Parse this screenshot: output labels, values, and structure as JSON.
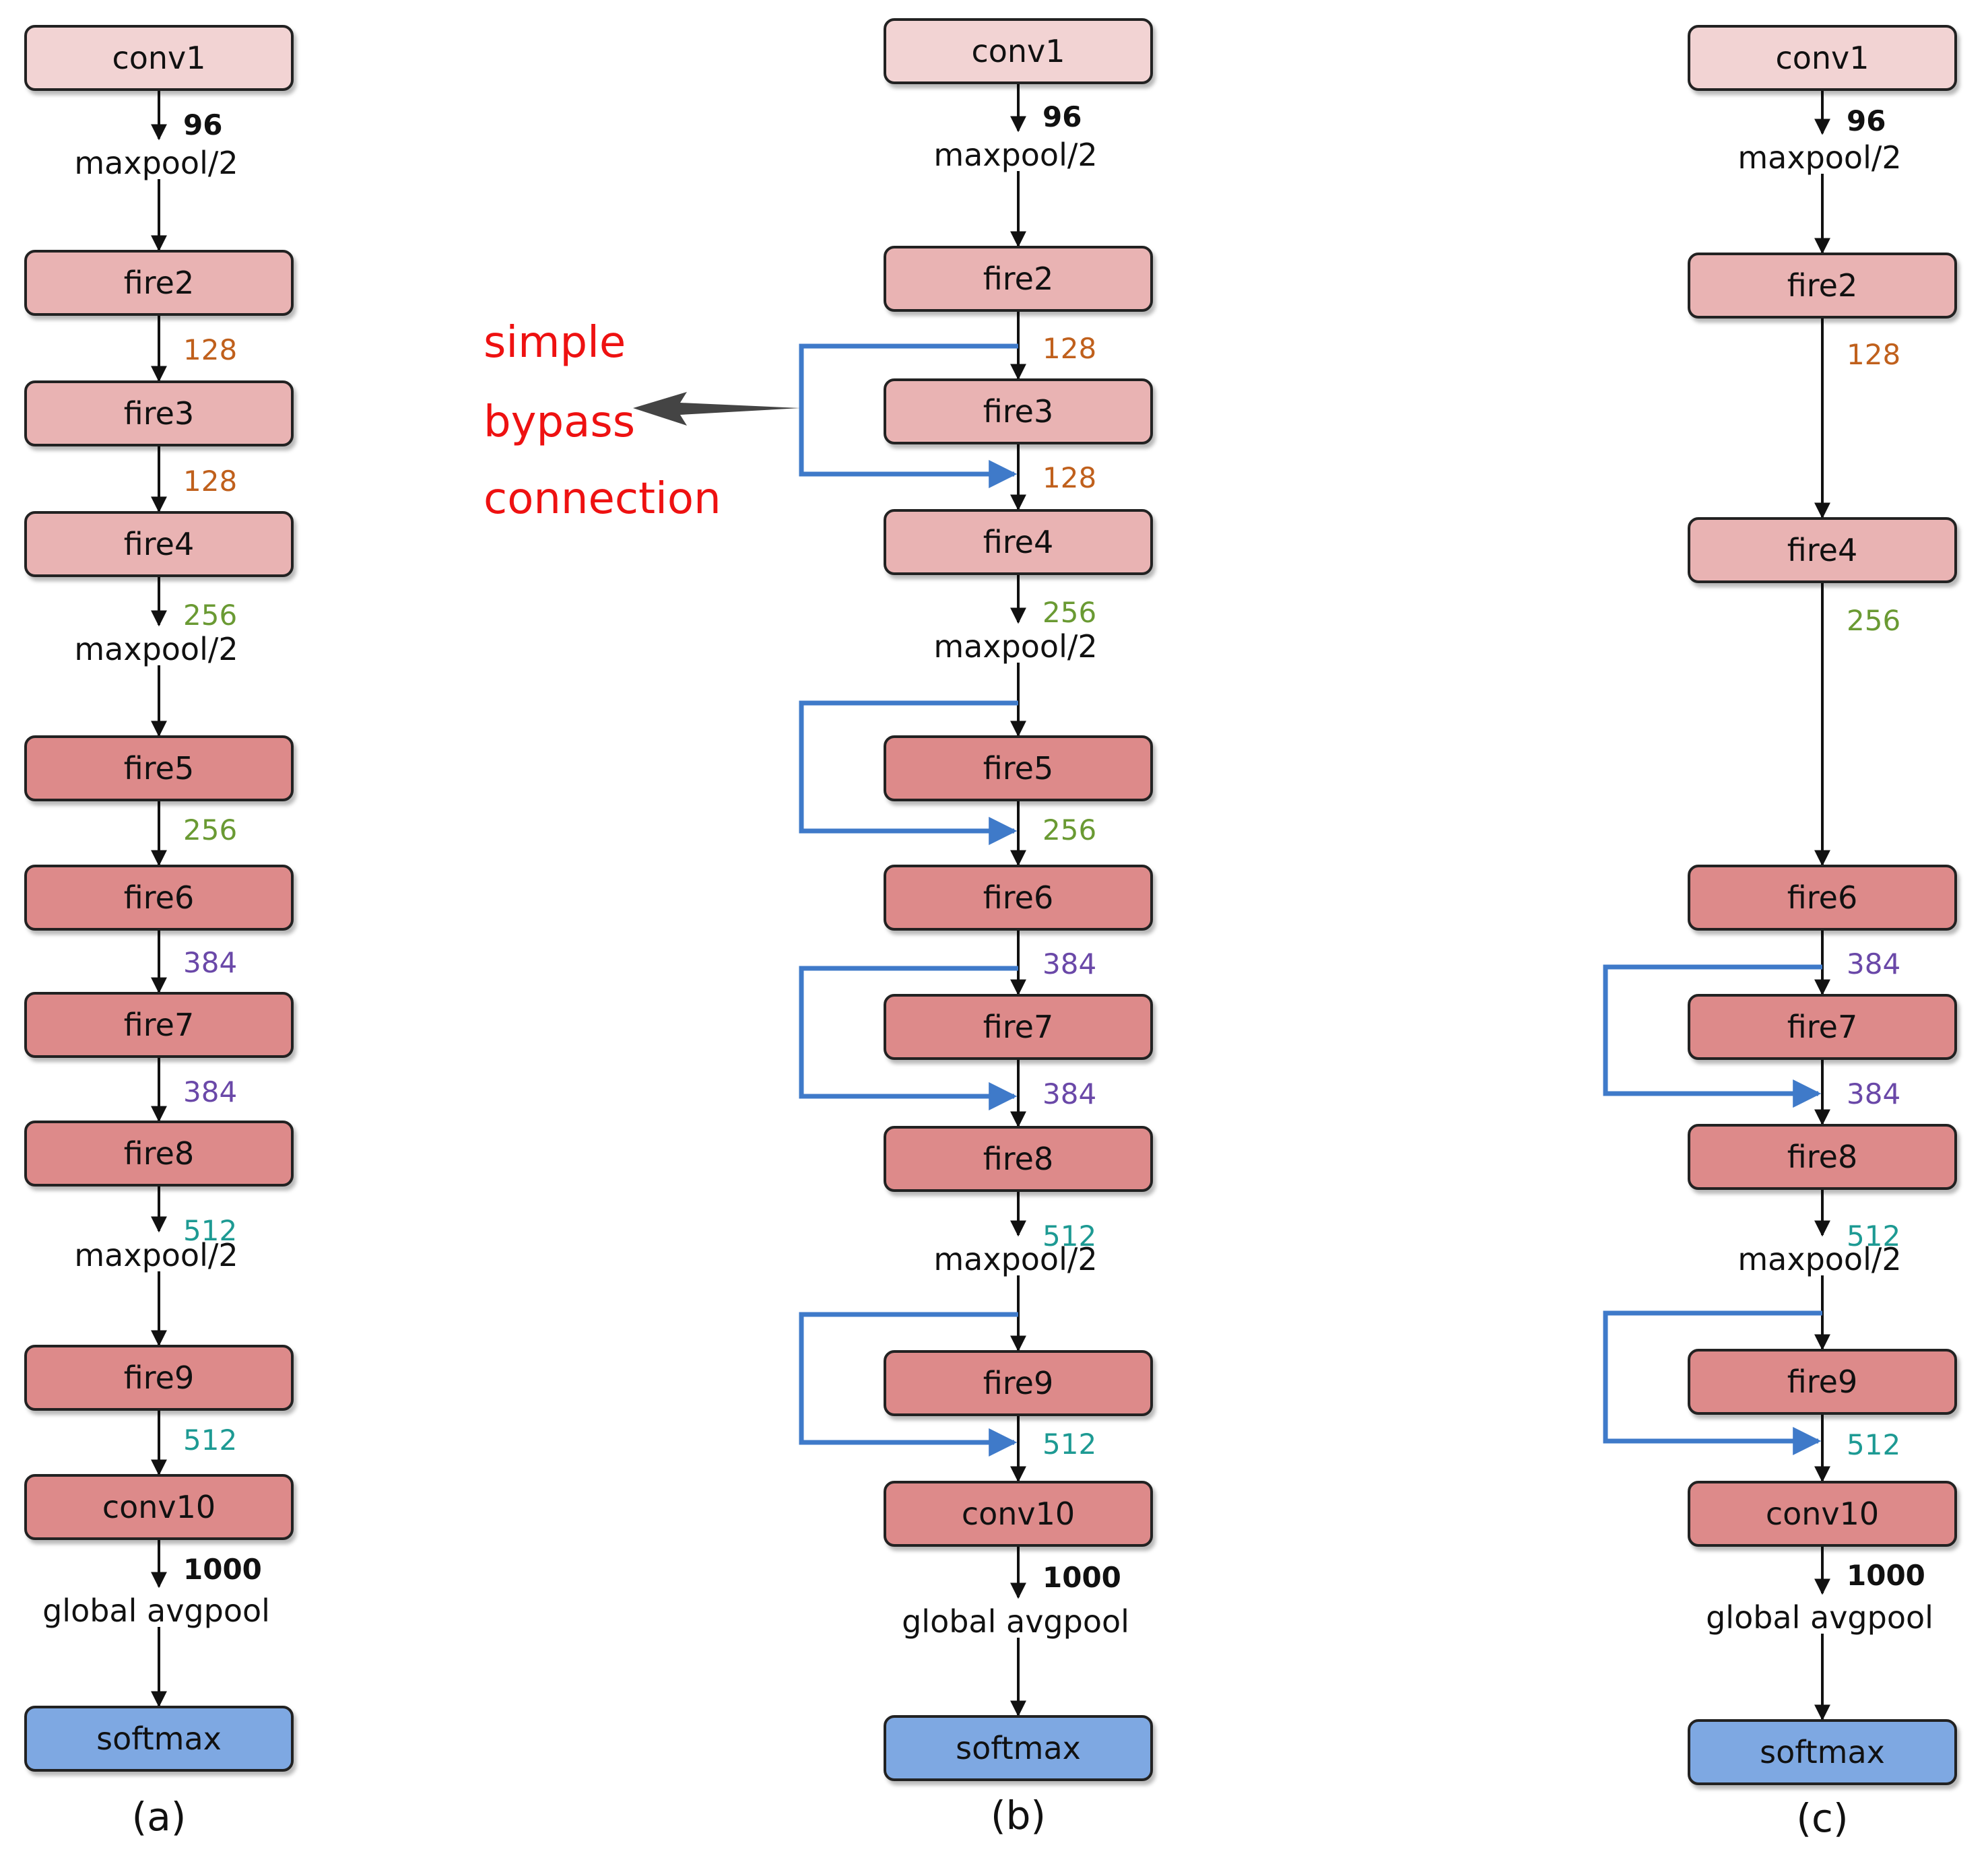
{
  "colors": {
    "conv1": "#f2d3d3",
    "fire_light": "#e9b3b3",
    "fire_dark": "#dd8a8a",
    "softmax": "#7ea8e2",
    "bypass": "#3f7ac9",
    "stroke": "#222222",
    "annotation": "#ee1111",
    "pointer": "#444444",
    "ch96": "#111111",
    "ch128": "#c0601c",
    "ch256": "#6a9a33",
    "ch384": "#6a48a8",
    "ch512": "#1d9a93",
    "ch1000": "#111111"
  },
  "columns": [
    {
      "caption": "(a)",
      "blocks": [
        {
          "id": "conv1",
          "label": "conv1",
          "style": "conv1"
        },
        {
          "id": "fire2",
          "label": "fire2",
          "style": "fire_light"
        },
        {
          "id": "fire3",
          "label": "fire3",
          "style": "fire_light"
        },
        {
          "id": "fire4",
          "label": "fire4",
          "style": "fire_light"
        },
        {
          "id": "fire5",
          "label": "fire5",
          "style": "fire_dark"
        },
        {
          "id": "fire6",
          "label": "fire6",
          "style": "fire_dark"
        },
        {
          "id": "fire7",
          "label": "fire7",
          "style": "fire_dark"
        },
        {
          "id": "fire8",
          "label": "fire8",
          "style": "fire_dark"
        },
        {
          "id": "fire9",
          "label": "fire9",
          "style": "fire_dark"
        },
        {
          "id": "conv10",
          "label": "conv10",
          "style": "fire_dark"
        },
        {
          "id": "softmax",
          "label": "softmax",
          "style": "softmax"
        }
      ],
      "ops": [
        "maxpool/2",
        "maxpool/2",
        "maxpool/2",
        "global avgpool"
      ],
      "channels": [
        "96",
        "128",
        "128",
        "256",
        "256",
        "384",
        "384",
        "512",
        "512",
        "1000"
      ],
      "bypasses": 0
    },
    {
      "caption": "(b)",
      "blocks": [
        {
          "id": "conv1",
          "label": "conv1",
          "style": "conv1"
        },
        {
          "id": "fire2",
          "label": "fire2",
          "style": "fire_light"
        },
        {
          "id": "fire3",
          "label": "fire3",
          "style": "fire_light"
        },
        {
          "id": "fire4",
          "label": "fire4",
          "style": "fire_light"
        },
        {
          "id": "fire5",
          "label": "fire5",
          "style": "fire_dark"
        },
        {
          "id": "fire6",
          "label": "fire6",
          "style": "fire_dark"
        },
        {
          "id": "fire7",
          "label": "fire7",
          "style": "fire_dark"
        },
        {
          "id": "fire8",
          "label": "fire8",
          "style": "fire_dark"
        },
        {
          "id": "fire9",
          "label": "fire9",
          "style": "fire_dark"
        },
        {
          "id": "conv10",
          "label": "conv10",
          "style": "fire_dark"
        },
        {
          "id": "softmax",
          "label": "softmax",
          "style": "softmax"
        }
      ],
      "ops": [
        "maxpool/2",
        "maxpool/2",
        "maxpool/2",
        "global avgpool"
      ],
      "channels": [
        "96",
        "128",
        "128",
        "256",
        "256",
        "384",
        "384",
        "512",
        "512",
        "1000"
      ],
      "bypasses": 4
    },
    {
      "caption": "(c)",
      "blocks": [
        {
          "id": "conv1",
          "label": "conv1",
          "style": "conv1"
        },
        {
          "id": "fire2",
          "label": "fire2",
          "style": "fire_light"
        },
        {
          "id": "fire4",
          "label": "fire4",
          "style": "fire_light"
        },
        {
          "id": "fire6",
          "label": "fire6",
          "style": "fire_dark"
        },
        {
          "id": "fire7",
          "label": "fire7",
          "style": "fire_dark"
        },
        {
          "id": "fire8",
          "label": "fire8",
          "style": "fire_dark"
        },
        {
          "id": "fire9",
          "label": "fire9",
          "style": "fire_dark"
        },
        {
          "id": "conv10",
          "label": "conv10",
          "style": "fire_dark"
        },
        {
          "id": "softmax",
          "label": "softmax",
          "style": "softmax"
        }
      ],
      "ops": [
        "maxpool/2",
        "maxpool/2",
        "global avgpool"
      ],
      "channels": [
        "96",
        "128",
        "256",
        "384",
        "384",
        "512",
        "512",
        "1000"
      ],
      "bypasses": 2
    }
  ],
  "annotation": {
    "lines": [
      "simple",
      "bypass",
      "connection"
    ]
  }
}
